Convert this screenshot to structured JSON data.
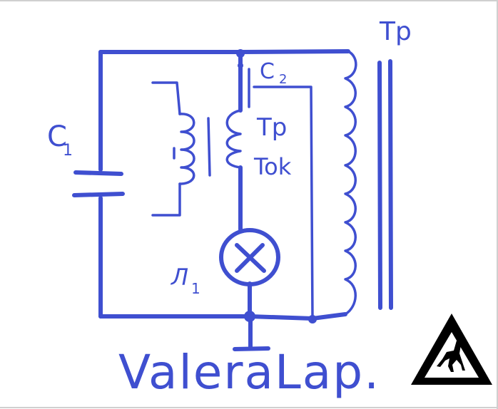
{
  "labels": {
    "c1": "C",
    "c1_sub": "1",
    "c2": "C",
    "c2_sub": "2",
    "tr_top": "Tp",
    "tr_mid": "Tp",
    "tok": "Tok",
    "lamp": "Л",
    "lamp_sub": "1",
    "signature": "ValeraLap."
  },
  "icons": {
    "warning": "deer-warning-sign-icon"
  },
  "colors": {
    "ink": "#3f4fd0",
    "sign": "#000000",
    "background": "#ffffff"
  }
}
